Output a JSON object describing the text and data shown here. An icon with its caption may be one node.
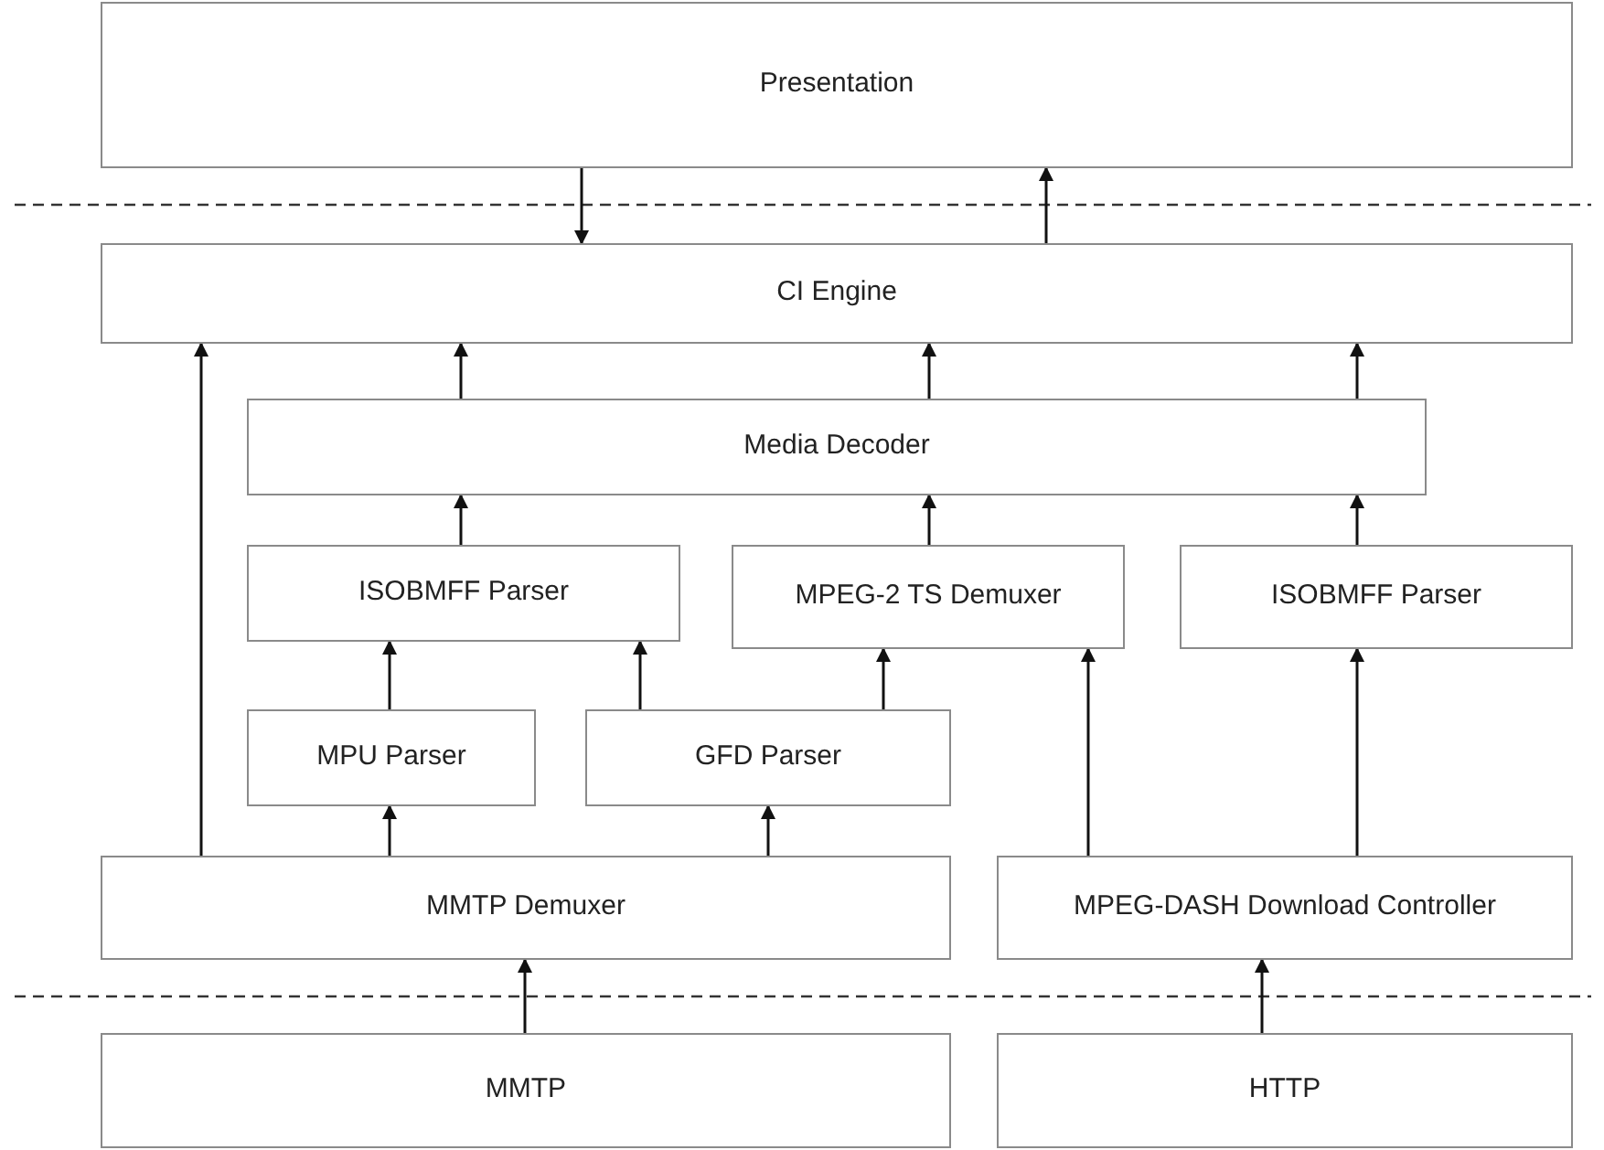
{
  "diagram": {
    "nodes": [
      {
        "text": [
          "Presentation"
        ]
      },
      {
        "text": [
          "CI Engine"
        ]
      },
      {
        "text": [
          "Media Decoder"
        ]
      },
      {
        "text": [
          "ISOBMFF Parser"
        ]
      },
      {
        "text": [
          "MPEG-2 TS Demuxer"
        ]
      },
      {
        "text": [
          "ISOBMFF Parser"
        ]
      },
      {
        "text": [
          "MPU Parser"
        ]
      },
      {
        "text": [
          "GFD Parser"
        ]
      },
      {
        "text": [
          "MMTP Demuxer"
        ]
      },
      {
        "text": [
          "MPEG-DASH Download Controller"
        ]
      },
      {
        "text": [
          "MMTP"
        ]
      },
      {
        "text": [
          "HTTP"
        ]
      }
    ],
    "edges": [
      {
        "from": 0,
        "to": 1,
        "arrow": "to"
      },
      {
        "from": 1,
        "to": 0,
        "arrow": "to"
      },
      {
        "from": 2,
        "to": 1,
        "arrow": "to"
      },
      {
        "from": 2,
        "to": 1,
        "arrow": "to"
      },
      {
        "from": 2,
        "to": 1,
        "arrow": "to"
      },
      {
        "from": 3,
        "to": 2,
        "arrow": "to"
      },
      {
        "from": 4,
        "to": 2,
        "arrow": "to"
      },
      {
        "from": 5,
        "to": 2,
        "arrow": "to"
      },
      {
        "from": 6,
        "to": 3,
        "arrow": "to"
      },
      {
        "from": 7,
        "to": 3,
        "arrow": "to"
      },
      {
        "from": 7,
        "to": 4,
        "arrow": "to"
      },
      {
        "from": 8,
        "to": 6,
        "arrow": "to"
      },
      {
        "from": 8,
        "to": 7,
        "arrow": "to"
      },
      {
        "from": 8,
        "to": 1,
        "arrow": "to"
      },
      {
        "from": 9,
        "to": 4,
        "arrow": "to"
      },
      {
        "from": 9,
        "to": 5,
        "arrow": "to"
      },
      {
        "from": 10,
        "to": 8,
        "arrow": "to"
      },
      {
        "from": 11,
        "to": 9,
        "arrow": "to"
      }
    ]
  }
}
